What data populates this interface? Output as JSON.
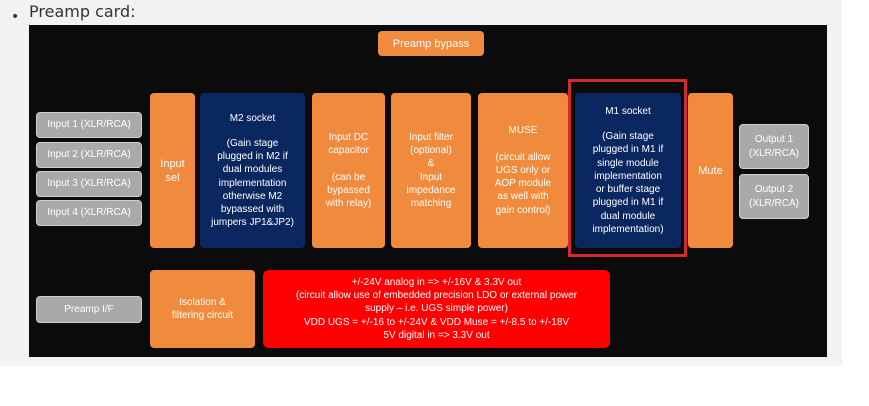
{
  "bullet": {
    "label": "Preamp card:"
  },
  "diagram": {
    "preamp_bypass": "Preamp bypass",
    "inputs": [
      "Input 1 (XLR/RCA)",
      "Input 2 (XLR/RCA)",
      "Input 3 (XLR/RCA)",
      "Input 4 (XLR/RCA)"
    ],
    "input_sel": "Input\nsel",
    "m2_socket": {
      "title": "M2 socket",
      "body": "(Gain stage\nplugged in M2 if\ndual modules\nimplementation\notherwise M2\nbypassed with\njumpers JP1&JP2)"
    },
    "input_dc": "Input DC\ncapacitor\n\n(can be\nbypassed\nwith relay)",
    "input_filter": "Input filter\n(optional)\n&\nInput\nimpedance\nmatching",
    "muse": "MUSE\n\n(circuit allow\nUGS only or\nAOP module\nas well with\ngain control)",
    "m1_socket": {
      "title": "M1 socket",
      "body": "(Gain stage\nplugged in M1 if\nsingle module\nimplementation\nor buffer stage\nplugged in M1 if\ndual module\nimplementation)"
    },
    "mute": "Mute",
    "outputs": [
      "Output 1\n(XLR/RCA)",
      "Output 2\n(XLR/RCA)"
    ],
    "preamp_if": "Preamp I/F",
    "isolation": "Isolation &\nfiltering circuit",
    "power": "+/-24V analog in => +/-16V & 3.3V out\n(circuit allow use of embedded precision LDO or external power\nsupply – i.e. UGS simple power)\nVDD UGS = +/-16 to +/-24V & VDD Muse = +/-8.5 to +/-18V\n5V digital in => 3.3V out"
  },
  "colors": {
    "orange": "#f08a3c",
    "navy": "#0b2760",
    "gray": "#a9a9a9",
    "red": "#ff0000",
    "highlight": "#d6292f",
    "background": "#0b0b0b"
  }
}
